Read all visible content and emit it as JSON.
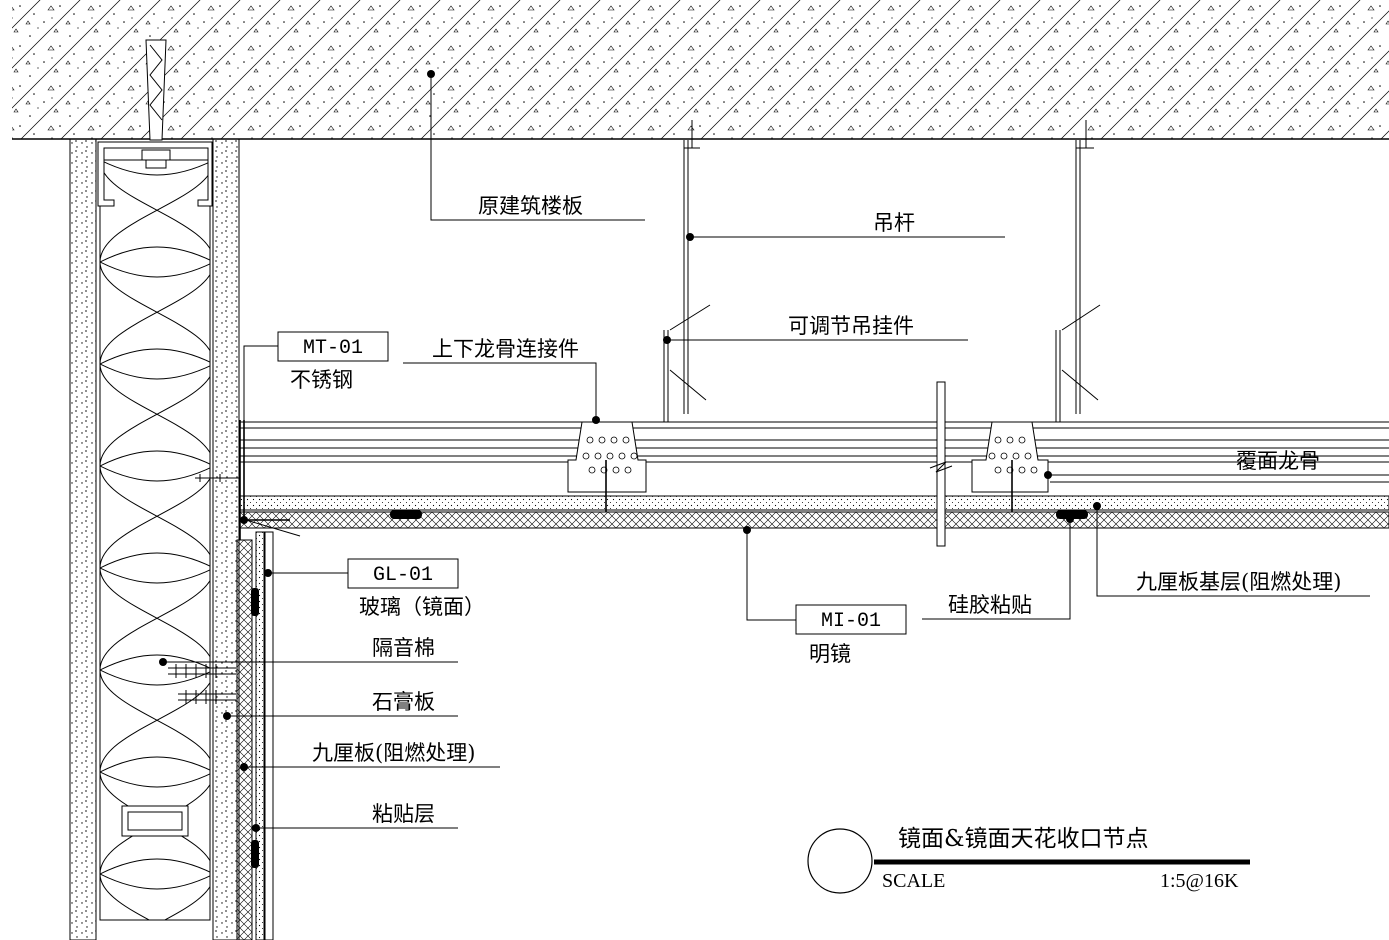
{
  "callouts": {
    "floor_slab": "原建筑楼板",
    "hanger_rod": "吊杆",
    "adjustable_hanger": "可调节吊挂件",
    "keel_connector": "上下龙骨连接件",
    "cover_keel": "覆面龙骨",
    "plywood_base": "九厘板基层(阻燃处理)",
    "silicone_bond": "硅胶粘贴",
    "soundproof_wool": "隔音棉",
    "gypsum_board": "石膏板",
    "plywood_fire": "九厘板(阻燃处理)",
    "adhesive_layer": "粘贴层"
  },
  "tags": {
    "mt01": {
      "code": "MT-01",
      "name": "不锈钢"
    },
    "gl01": {
      "code": "GL-01",
      "name": "玻璃（镜面）"
    },
    "mi01": {
      "code": "MI-01",
      "name": "明镜"
    }
  },
  "title_block": {
    "title": "镜面&镜面天花收口节点",
    "scale_label": "SCALE",
    "scale_value": "1:5@16K"
  }
}
